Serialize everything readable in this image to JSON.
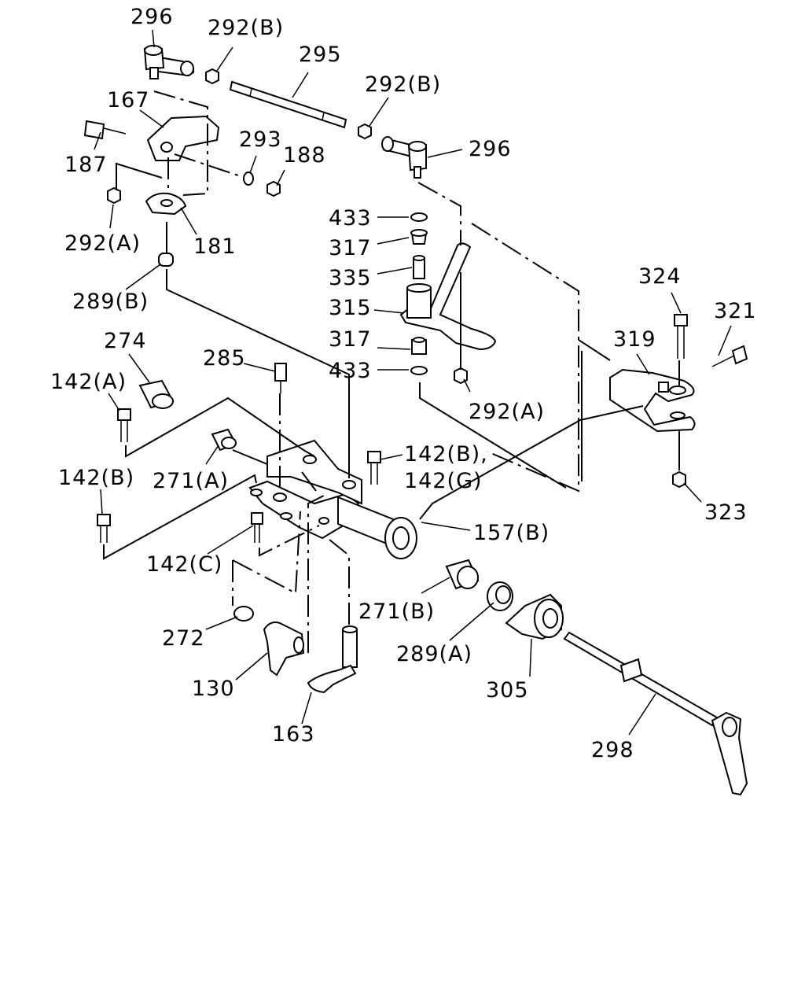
{
  "labels": {
    "l296a": "296",
    "l292b_a": "292(B)",
    "l295": "295",
    "l292b_b": "292(B)",
    "l167": "167",
    "l296b": "296",
    "l187": "187",
    "l293": "293",
    "l188": "188",
    "l292a_a": "292(A)",
    "l181": "181",
    "l433a": "433",
    "l317a": "317",
    "l335": "335",
    "l289b": "289(B)",
    "l315": "315",
    "l324": "324",
    "l321": "321",
    "l274": "274",
    "l317b": "317",
    "l319": "319",
    "l285": "285",
    "l433b": "433",
    "l142a": "142(A)",
    "l292a_b": "292(A)",
    "l142bg_1": "142(B),",
    "l271a": "271(A)",
    "l142bg_2": "142(G)",
    "l142b": "142(B)",
    "l323": "323",
    "l157b": "157(B)",
    "l142c": "142(C)",
    "l271b": "271(B)",
    "l272": "272",
    "l289a": "289(A)",
    "l130": "130",
    "l305": "305",
    "l163": "163",
    "l298": "298"
  }
}
